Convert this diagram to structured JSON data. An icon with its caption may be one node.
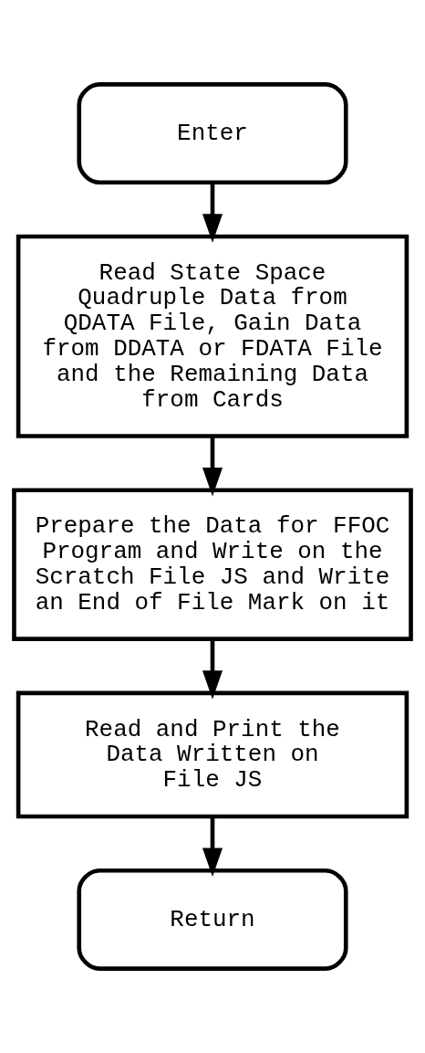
{
  "diagram": {
    "nodes": [
      {
        "text": [
          "Enter"
        ]
      },
      {
        "text": [
          "Read State Space Quadruple Data from QDATA File, Gain Data from DDATA or FDATA File and the Remaining Data from Cards"
        ]
      },
      {
        "text": [
          "Prepare the Data for FFOC Program and Write on the Scratch File JS and Write an End of File Mark on it"
        ]
      },
      {
        "text": [
          "Read and Print the Data Written on File JS"
        ]
      },
      {
        "text": [
          "Return"
        ]
      }
    ],
    "edges": [
      {
        "from": 0,
        "to": 1,
        "arrow": "to"
      },
      {
        "from": 1,
        "to": 2,
        "arrow": "to"
      },
      {
        "from": 2,
        "to": 3,
        "arrow": "to"
      },
      {
        "from": 3,
        "to": 4,
        "arrow": "to"
      }
    ]
  }
}
